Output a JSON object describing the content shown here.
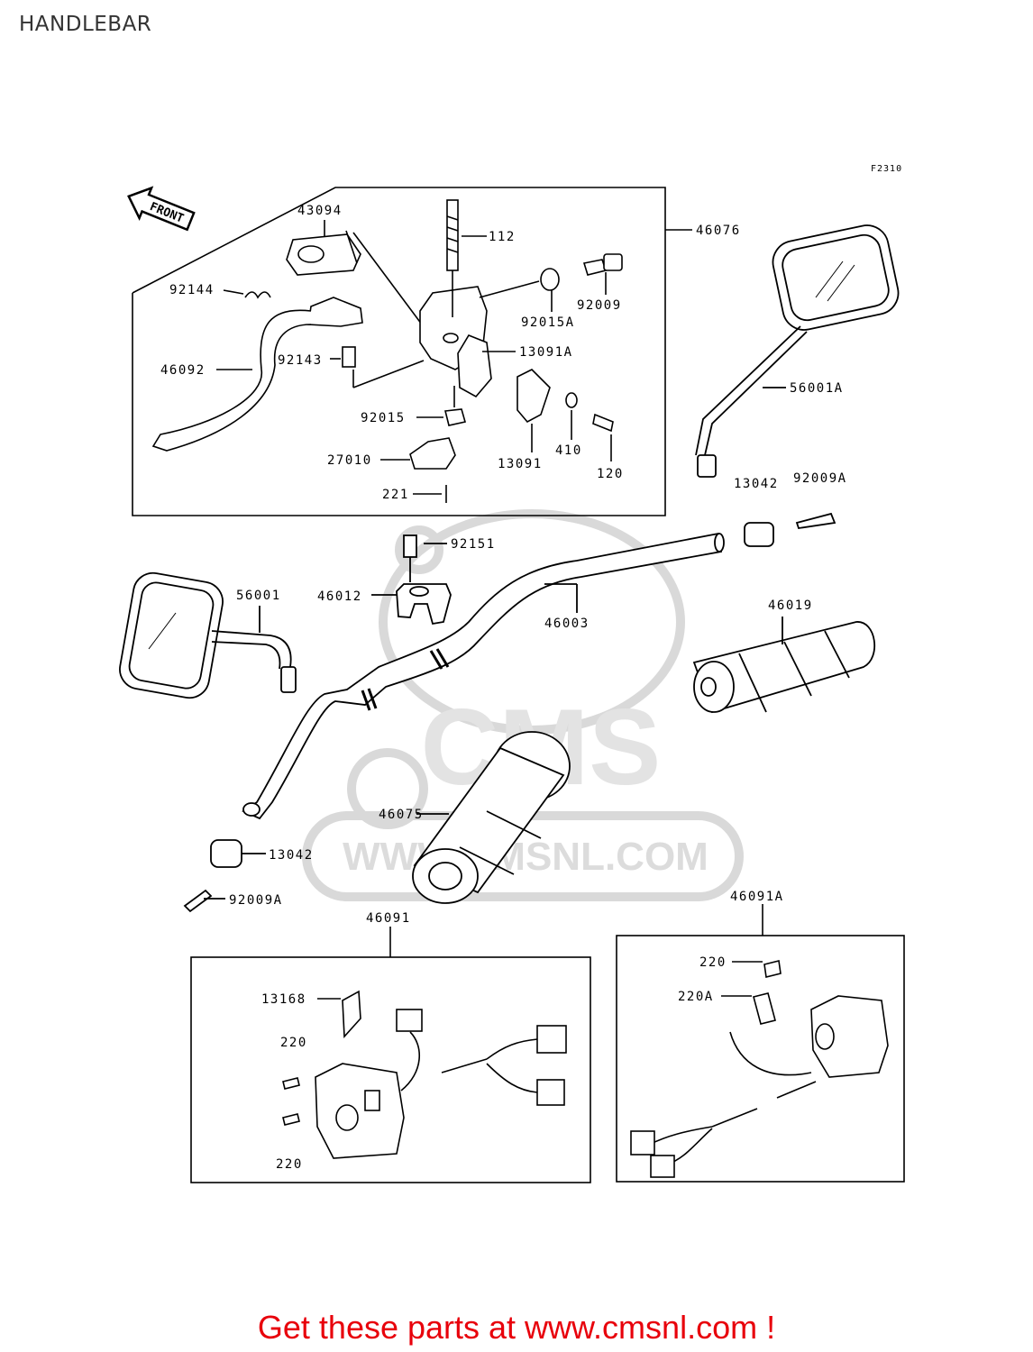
{
  "page": {
    "title": "HANDLEBAR",
    "figure_ref": "F2310",
    "footer_text": "Get these parts at www.cmsnl.com !"
  },
  "watermark": {
    "logo_text": "CMS",
    "url_text": "WWW.CMSNL.COM",
    "color": "#d9d9d9"
  },
  "colors": {
    "line": "#000000",
    "footer": "#e8000b",
    "background": "#ffffff"
  },
  "front_arrow": {
    "label": "FRONT"
  },
  "parts": {
    "p43094": "43094",
    "p112": "112",
    "p46076": "46076",
    "p92144": "92144",
    "p92009": "92009",
    "p92015A": "92015A",
    "p13091A": "13091A",
    "p46092": "46092",
    "p92143": "92143",
    "p56001A": "56001A",
    "p92015": "92015",
    "p410": "410",
    "p13091": "13091",
    "p120": "120",
    "p27010": "27010",
    "p221": "221",
    "p13042_top": "13042",
    "p92009A_top": "92009A",
    "p92151": "92151",
    "p56001": "56001",
    "p46012": "46012",
    "p46019": "46019",
    "p46003": "46003",
    "p46075": "46075",
    "p13042_bottom": "13042",
    "p92009A_bottom": "92009A",
    "p46091": "46091",
    "p46091A": "46091A",
    "p13168": "13168",
    "p220_left_top": "220",
    "p220_left_bottom": "220",
    "p220_right": "220",
    "p220A": "220A"
  }
}
